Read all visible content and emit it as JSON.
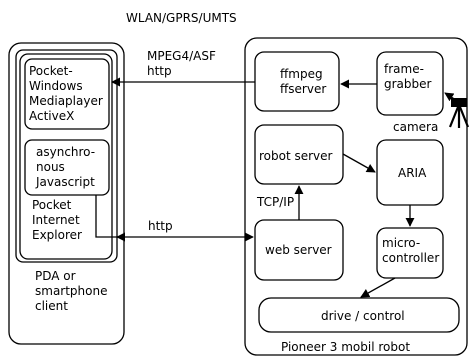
{
  "labels": {
    "network": "WLAN/GPRS/UMTS",
    "stream_protocol": "MPEG4/ASF\nhttp",
    "http_link": "http",
    "tcpip": "TCP/IP",
    "camera": "camera",
    "client": "PDA or\nsmartphone\nclient",
    "robot": "Pioneer 3 mobil robot"
  },
  "boxes": {
    "media_player": "Pocket-\nWindows\nMediaplayer\nActiveX",
    "javascript": "asynchro-\nnous\nJavascript",
    "internet_explorer": "Pocket\nInternet\nExplorer",
    "ffserver": "ffmpeg\nffserver",
    "frame_grabber": "frame-\ngrabber",
    "robot_server": "robot server",
    "aria": "ARIA",
    "web_server": "web server",
    "microcontroller": "micro-\ncontroller",
    "drive_control": "drive / control"
  }
}
